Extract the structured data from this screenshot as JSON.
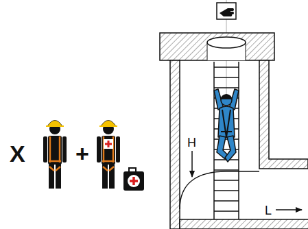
{
  "diagram": {
    "labels": [
      "X",
      "+",
      "H",
      "L"
    ]
  }
}
